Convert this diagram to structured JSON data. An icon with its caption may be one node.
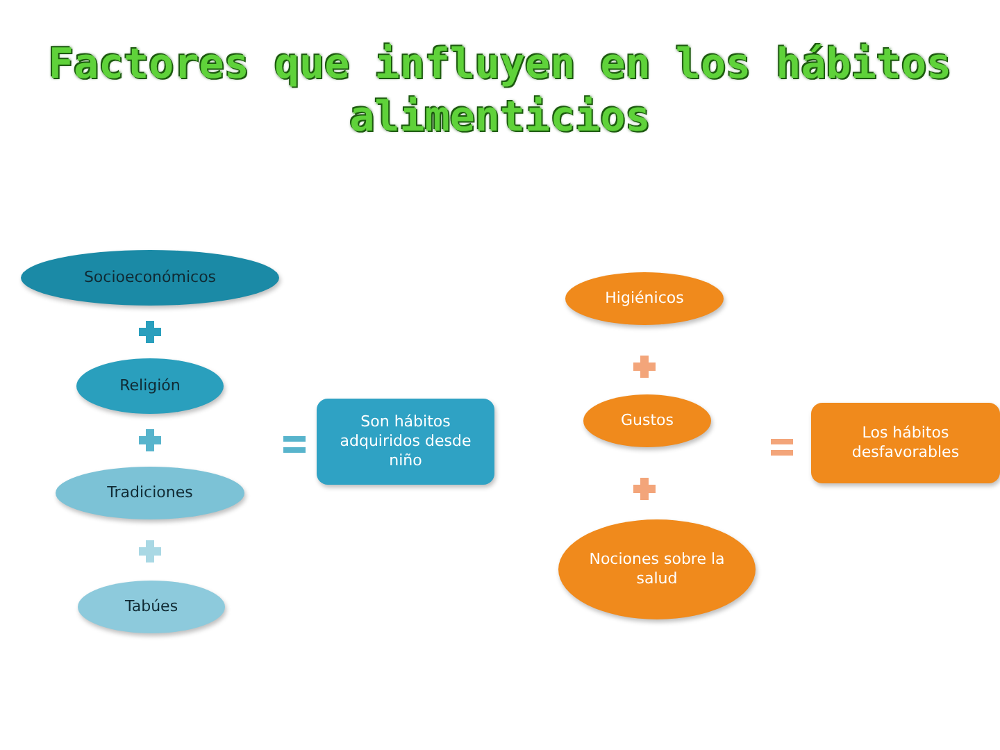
{
  "diagram": {
    "title": "Factores que influyen en los hábitos alimenticios",
    "nodes": [
      {
        "text": [
          "Socioeconómicos"
        ]
      },
      {
        "text": [
          "Religión"
        ]
      },
      {
        "text": [
          "Tradiciones"
        ]
      },
      {
        "text": [
          "Tabúes"
        ]
      },
      {
        "text": [
          "Son hábitos adquiridos desde niño"
        ]
      },
      {
        "text": [
          "Higiénicos"
        ]
      },
      {
        "text": [
          "Gustos"
        ]
      },
      {
        "text": [
          "Nociones sobre la salud"
        ]
      },
      {
        "text": [
          "Los hábitos desfavorables"
        ]
      }
    ]
  }
}
